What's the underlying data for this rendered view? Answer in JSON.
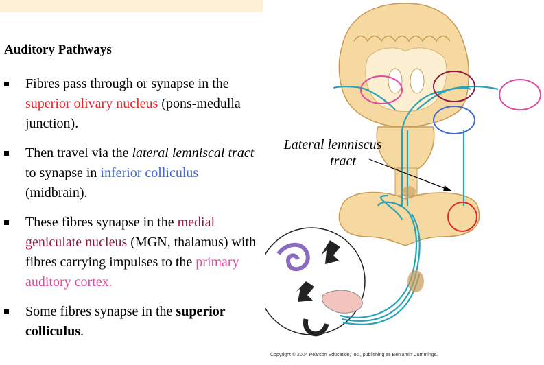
{
  "title": "Auditory Pathways",
  "bullets": [
    {
      "p1": "Fibres pass through or synapse in the ",
      "h1": "superior olivary nucleus",
      "p2": " (pons-medulla junction)."
    },
    {
      "p1": "Then travel via the ",
      "i1": "lateral lemniscal tract",
      "p2": " to synapse in ",
      "h1": "inferior colliculus",
      "p3": " (midbrain)."
    },
    {
      "p1": "These fibres synapse in the ",
      "h1": "medial geniculate nucleus",
      "p2": " (MGN, thalamus) with fibres carrying impulses to the ",
      "h2": "primary auditory cortex."
    },
    {
      "p1": "Some fibres synapse in the ",
      "b1": "superior colliculus",
      "p2": "."
    }
  ],
  "figure": {
    "label_line1": "Lateral lemniscus",
    "label_line2": "tract",
    "copyright": "Copyright © 2004 Pearson Education, Inc., publishing as Benjamin Cummings."
  },
  "colors": {
    "highlight_red": "#e4262b",
    "highlight_blue": "#4169d6",
    "highlight_maroon": "#8e1b3d",
    "highlight_pink": "#e04aa0",
    "brain_tissue": "#f6d9a0",
    "pathway": "#2aa3b8"
  }
}
